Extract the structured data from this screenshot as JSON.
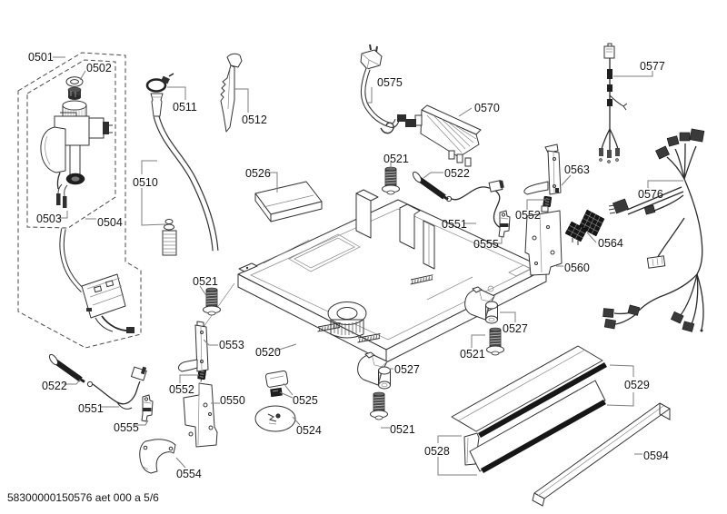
{
  "document": {
    "kind": "exploded-parts-diagram",
    "footer": "58300000150576 aet 000 a 5/6"
  },
  "parts": {
    "0501": "0501",
    "0502": "0502",
    "0503": "0503",
    "0504": "0504",
    "0510": "0510",
    "0511": "0511",
    "0512": "0512",
    "0520": "0520",
    "0521": "0521",
    "0522": "0522",
    "0524": "0524",
    "0525": "0525",
    "0526": "0526",
    "0527": "0527",
    "0528": "0528",
    "0529": "0529",
    "0550": "0550",
    "0551": "0551",
    "0552": "0552",
    "0553": "0553",
    "0554": "0554",
    "0555": "0555",
    "0560": "0560",
    "0563": "0563",
    "0564": "0564",
    "0570": "0570",
    "0575": "0575",
    "0576": "0576",
    "0577": "0577",
    "0594": "0594"
  },
  "colors": {
    "background": "#ffffff",
    "line": "#333333",
    "leader": "#7d7d7d",
    "dark_fill": "#1f1f1f",
    "text": "#141414"
  }
}
